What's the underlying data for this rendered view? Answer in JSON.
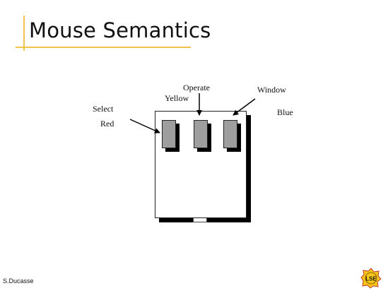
{
  "slide": {
    "title": "Mouse Semantics",
    "footer": "S.Ducasse"
  },
  "diagram": {
    "buttons": [
      {
        "role": "Select",
        "color": "Red"
      },
      {
        "role": "Operate",
        "color": "Yellow"
      },
      {
        "role": "Window",
        "color": "Blue"
      }
    ]
  },
  "logo": {
    "text": "LSE",
    "icon": "lse-logo-icon",
    "colors": {
      "fill": "#f5c518",
      "stroke": "#c0392b"
    }
  },
  "colors": {
    "accent": "#f2c24e",
    "button_fill": "#9e9e9e"
  }
}
